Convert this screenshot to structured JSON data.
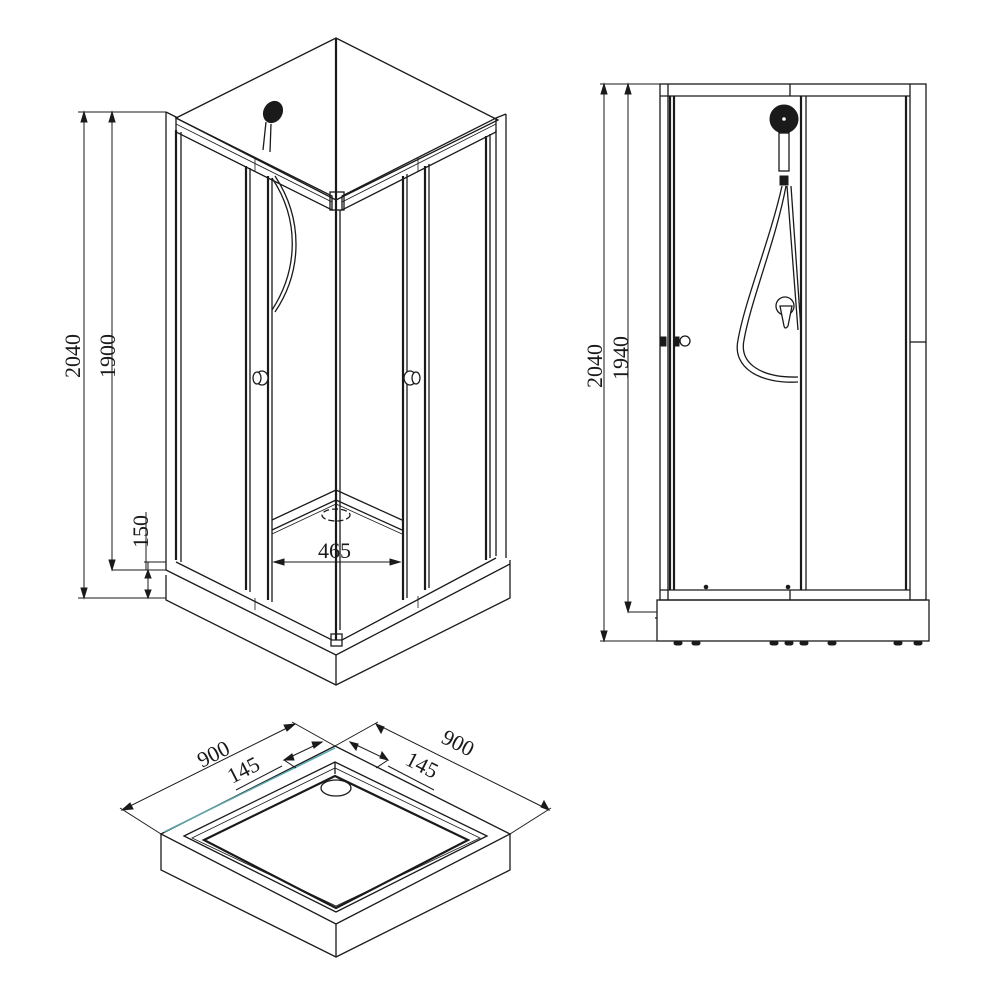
{
  "diagram": {
    "subject": "Square corner shower cabin with sliding doors",
    "views": [
      {
        "id": "isometric-cabin",
        "name": "Isometric view of shower enclosure",
        "dimensions": {
          "total_height": "2040",
          "enclosure_height": "1900",
          "tray_height": "150",
          "door_opening": "465"
        }
      },
      {
        "id": "front-elevation",
        "name": "Front elevation",
        "dimensions": {
          "total_height": "2040",
          "enclosure_height": "1940"
        }
      },
      {
        "id": "tray-isometric",
        "name": "Isometric view of shower tray",
        "dimensions": {
          "width_left": "900",
          "width_right": "900",
          "rim_left": "145",
          "rim_right": "145"
        }
      }
    ],
    "colors": {
      "line": "#1a1a1a",
      "background": "#ffffff",
      "highlight": "#5aa8b0"
    }
  }
}
